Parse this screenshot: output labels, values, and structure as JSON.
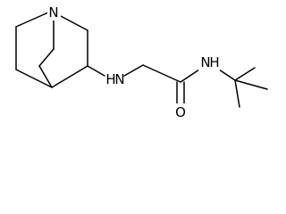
{
  "molecule": {
    "atoms": {
      "n1": "N",
      "nh_left": "H",
      "n_left": "N",
      "nh_right": "H",
      "n_right": "N",
      "o": "O"
    }
  }
}
